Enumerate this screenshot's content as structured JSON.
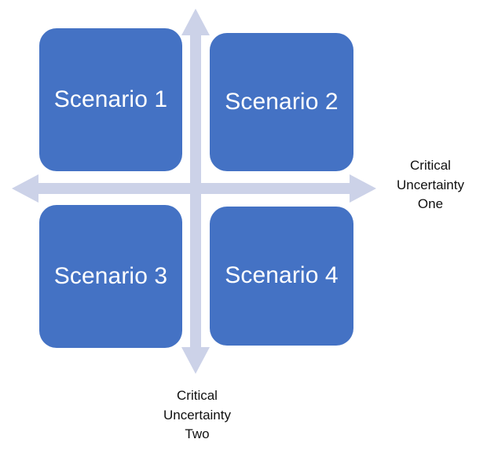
{
  "diagram": {
    "type": "scenario-planning-2x2-matrix",
    "background_color": "#FFFFFF",
    "box_color": "#4472C4",
    "box_text_color": "#FFFFFF",
    "axis_color": "#CCD2E8",
    "caption_color": "#101010",
    "quadrants": [
      {
        "id": "scenario-1",
        "label": "Scenario 1",
        "position": "top-left"
      },
      {
        "id": "scenario-2",
        "label": "Scenario 2",
        "position": "top-right"
      },
      {
        "id": "scenario-3",
        "label": "Scenario 3",
        "position": "bottom-left"
      },
      {
        "id": "scenario-4",
        "label": "Scenario 4",
        "position": "bottom-right"
      }
    ],
    "axes": {
      "horizontal": {
        "caption": "Critical\nUncertainty\nOne",
        "caption_position": "right",
        "arrowheads": "both"
      },
      "vertical": {
        "caption": "Critical\nUncertainty\nTwo",
        "caption_position": "bottom",
        "arrowheads": "both"
      }
    }
  }
}
